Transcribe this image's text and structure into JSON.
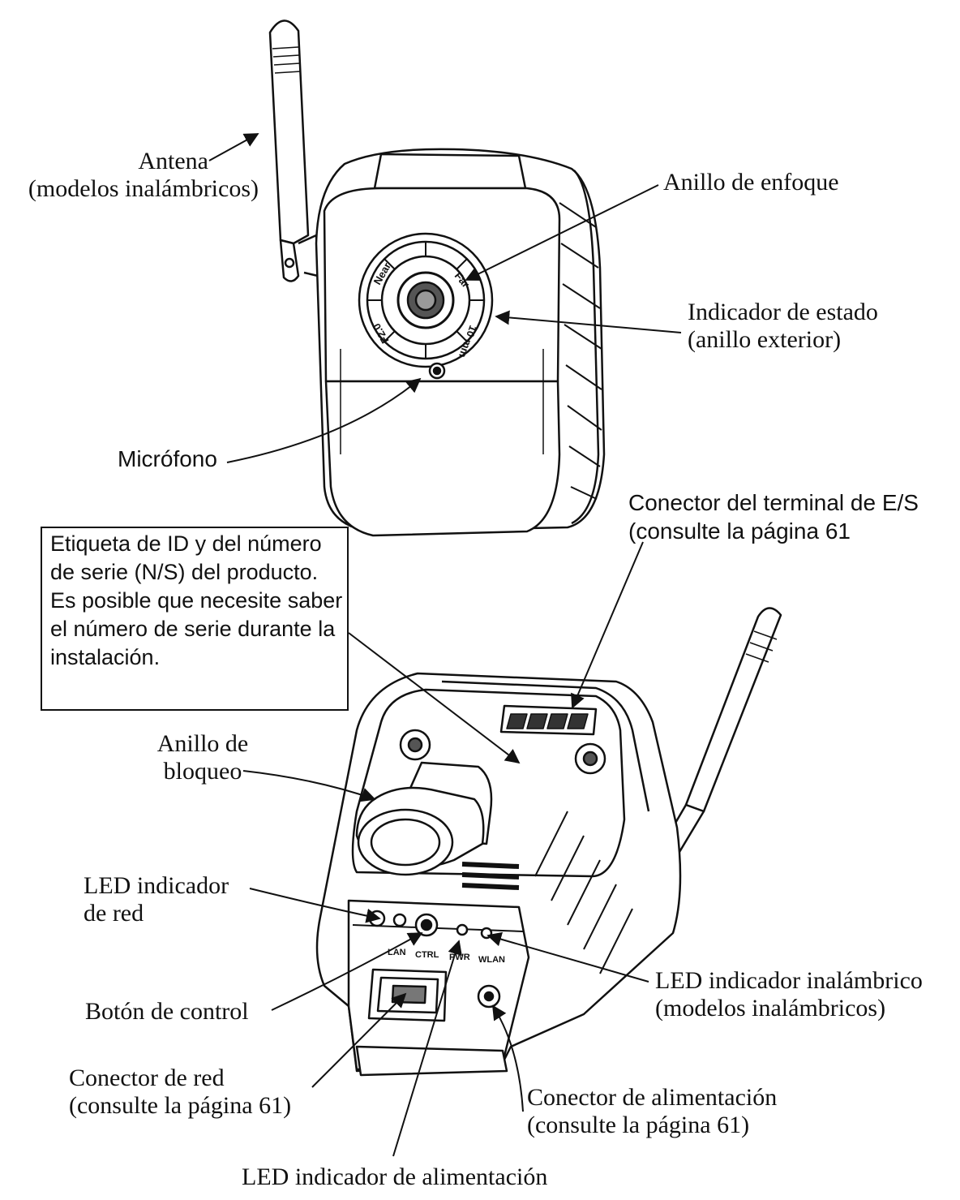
{
  "labels": {
    "antena": [
      "Antena",
      "(modelos inalámbricos)"
    ],
    "anillo_enfoque": "Anillo de enfoque",
    "indicador_estado": [
      "Indicador de estado",
      "(anillo exterior)"
    ],
    "microfono": "Micrófono",
    "conector_terminal": [
      "Conector del terminal de E/S",
      "(consulte la página 61"
    ],
    "etiqueta_id": [
      "Etiqueta de ID y del número",
      "de serie (N/S) del producto.",
      "Es posible que necesite saber",
      "el número de serie durante la",
      "instalación."
    ],
    "anillo_bloqueo": [
      "Anillo de",
      "bloqueo"
    ],
    "led_red": [
      "LED indicador",
      "de red"
    ],
    "boton_control": "Botón de control",
    "conector_red": [
      "Conector de red",
      "(consulte la página 61)"
    ],
    "led_inalambrico": [
      "LED indicador inalámbrico",
      "(modelos inalámbricos)"
    ],
    "conector_alimentacion": [
      "Conector de alimentación",
      "(consulte la página 61)"
    ],
    "led_alimentacion": "LED indicador de alimentación"
  },
  "lens_markings": {
    "near": "Near",
    "far": "Far",
    "aperture": "F2.0",
    "focal": "10 mm"
  },
  "port_markings": [
    "LAN",
    "CTRL",
    "PWR",
    "WLAN"
  ],
  "colors": {
    "line": "#111111",
    "background": "#ffffff"
  }
}
